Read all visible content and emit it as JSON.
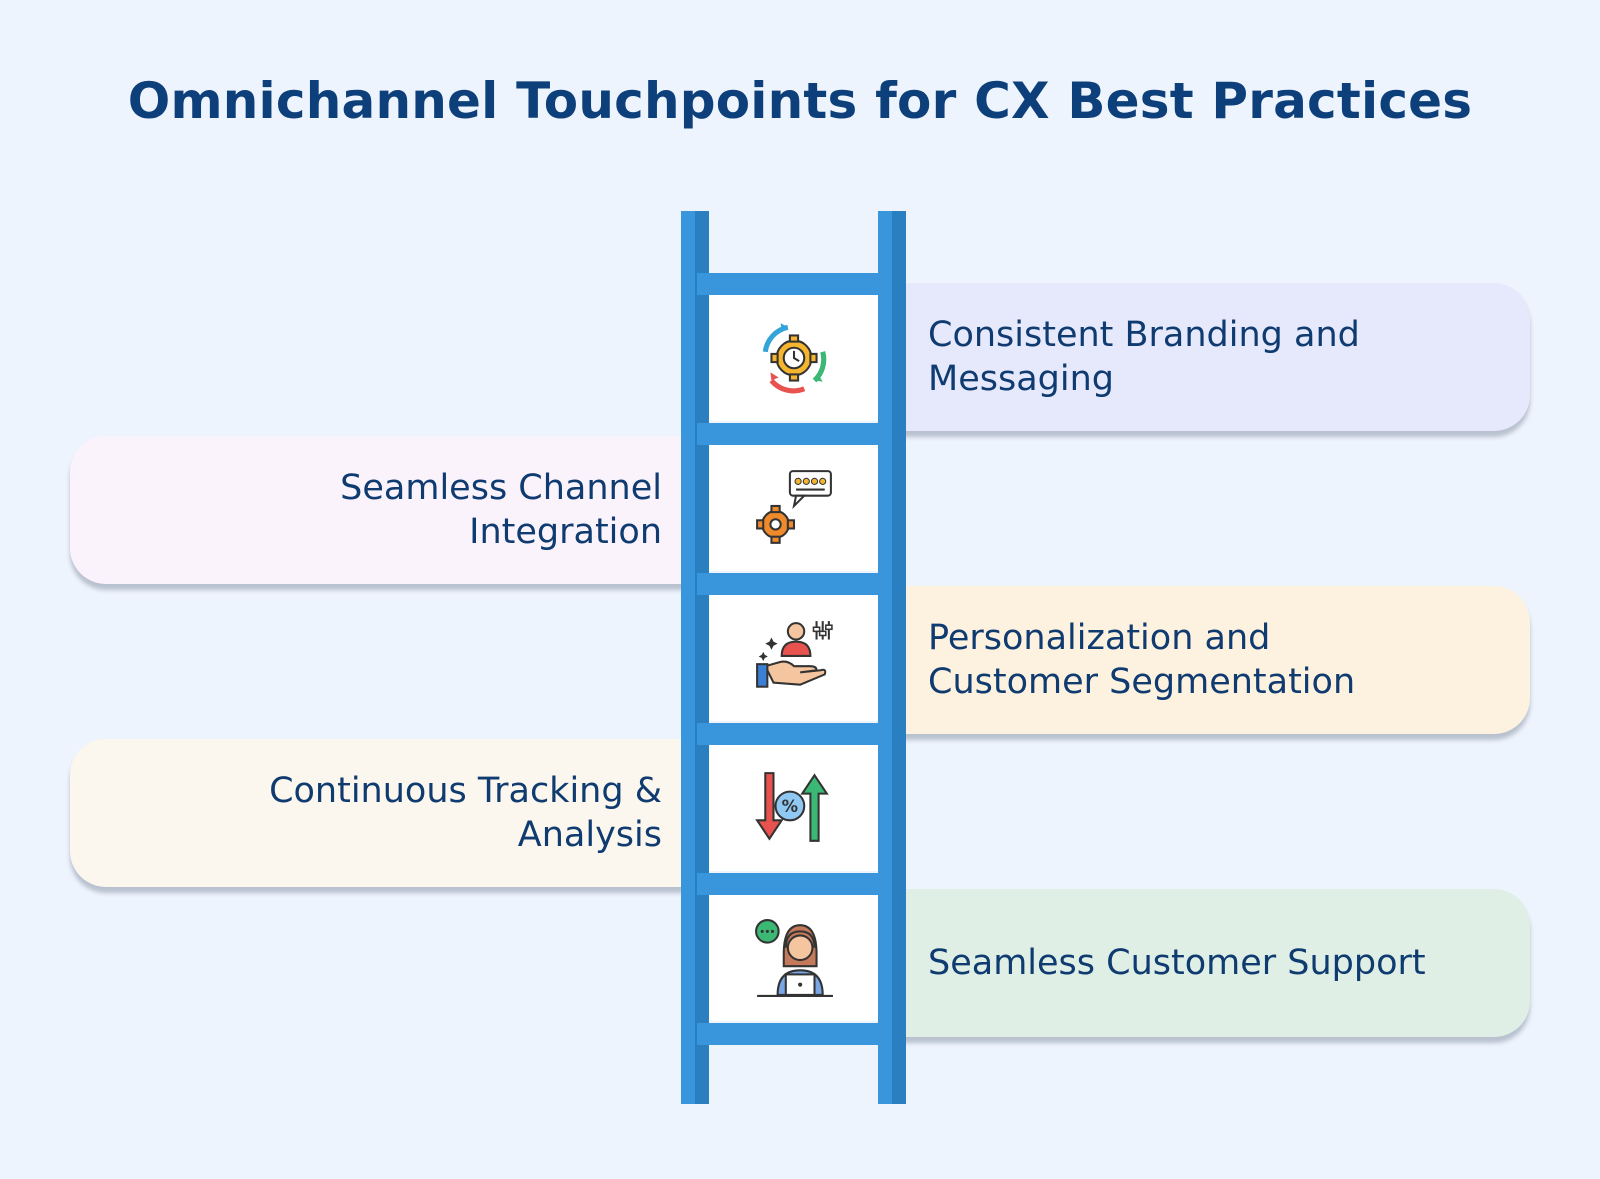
{
  "title": "Omnichannel Touchpoints for CX Best Practices",
  "steps": [
    {
      "label": "Consistent Branding and Messaging",
      "side": "right",
      "icon": "gear-cycle-icon"
    },
    {
      "label": "Seamless Channel Integration",
      "side": "left",
      "icon": "gear-rating-chat-icon"
    },
    {
      "label": "Personalization and Customer Segmentation",
      "side": "right",
      "icon": "person-on-hand-icon"
    },
    {
      "label": "Continuous Tracking & Analysis",
      "side": "left",
      "icon": "percent-up-down-arrows-icon"
    },
    {
      "label": "Seamless Customer Support",
      "side": "right",
      "icon": "support-agent-icon"
    }
  ],
  "colors": {
    "background": "#eef4fd",
    "title": "#0d3f7a",
    "ladder": "#3a96dc",
    "card_1": "#e6e9fc",
    "card_2": "#fbf3fc",
    "card_3": "#fdf2df",
    "card_4": "#fbf7ee",
    "card_5": "#dfefe5"
  }
}
